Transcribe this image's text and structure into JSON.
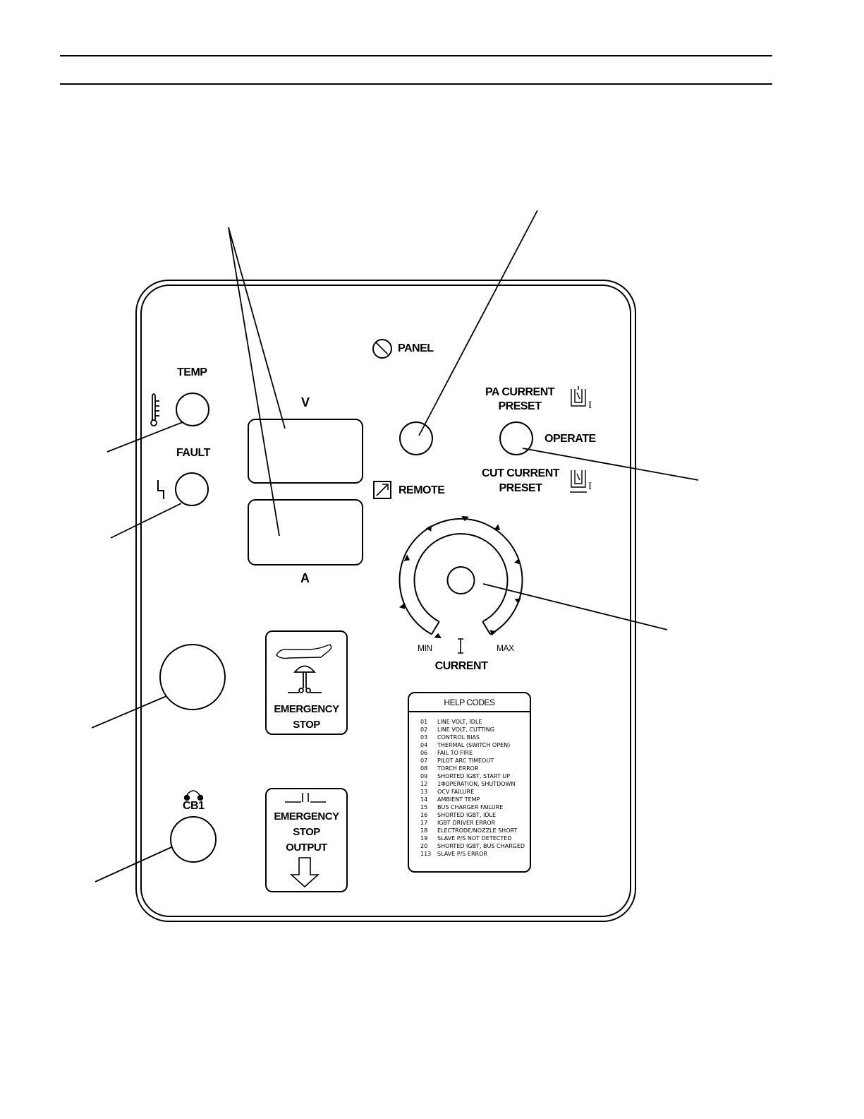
{
  "labels": {
    "panel": "PANEL",
    "remote": "REMOTE",
    "temp": "TEMP",
    "fault": "FAULT",
    "volts": "V",
    "amps": "A",
    "pa_current_preset_line1": "PA CURRENT",
    "pa_current_preset_line2": "PRESET",
    "operate": "OPERATE",
    "cut_current_preset_line1": "CUT CURRENT",
    "cut_current_preset_line2": "PRESET",
    "current": "CURRENT",
    "current_symbol": "I",
    "min": "MIN",
    "max": "MAX",
    "emergency_stop_line1": "EMERGENCY",
    "emergency_stop_line2": "STOP",
    "emergency_stop_output_line1": "EMERGENCY",
    "emergency_stop_output_line2": "STOP",
    "emergency_stop_output_line3": "OUTPUT",
    "cb1": "CB1"
  },
  "help_codes": {
    "title": "HELP CODES",
    "items": [
      {
        "code": "01",
        "text": "LINE VOLT, IDLE"
      },
      {
        "code": "02",
        "text": "LINE VOLT, CUTTING"
      },
      {
        "code": "03",
        "text": "CONTROL BIAS"
      },
      {
        "code": "04",
        "text": "THERMAL (SWITCH OPEN)"
      },
      {
        "code": "06",
        "text": "FAIL TO FIRE"
      },
      {
        "code": "07",
        "text": "PILOT ARC TIMEOUT"
      },
      {
        "code": "08",
        "text": "TORCH ERROR"
      },
      {
        "code": "09",
        "text": "SHORTED IGBT, START UP"
      },
      {
        "code": "12",
        "text": "1ΦOPERATION, SHUTDOWN"
      },
      {
        "code": "13",
        "text": "OCV FAILURE"
      },
      {
        "code": "14",
        "text": "AMBIENT TEMP"
      },
      {
        "code": "15",
        "text": "BUS CHARGER FAILURE"
      },
      {
        "code": "16",
        "text": "SHORTED IGBT, IDLE"
      },
      {
        "code": "17",
        "text": "IGBT DRIVER ERROR"
      },
      {
        "code": "18",
        "text": "ELECTRODE/NOZZLE SHORT"
      },
      {
        "code": "19",
        "text": "SLAVE P/S NOT DETECTED"
      },
      {
        "code": "20",
        "text": "SHORTED IGBT, BUS CHARGED"
      },
      {
        "code": "113",
        "text": "SLAVE P/S ERROR"
      }
    ]
  },
  "colors": {
    "ink": "#000000",
    "paper": "#ffffff"
  }
}
